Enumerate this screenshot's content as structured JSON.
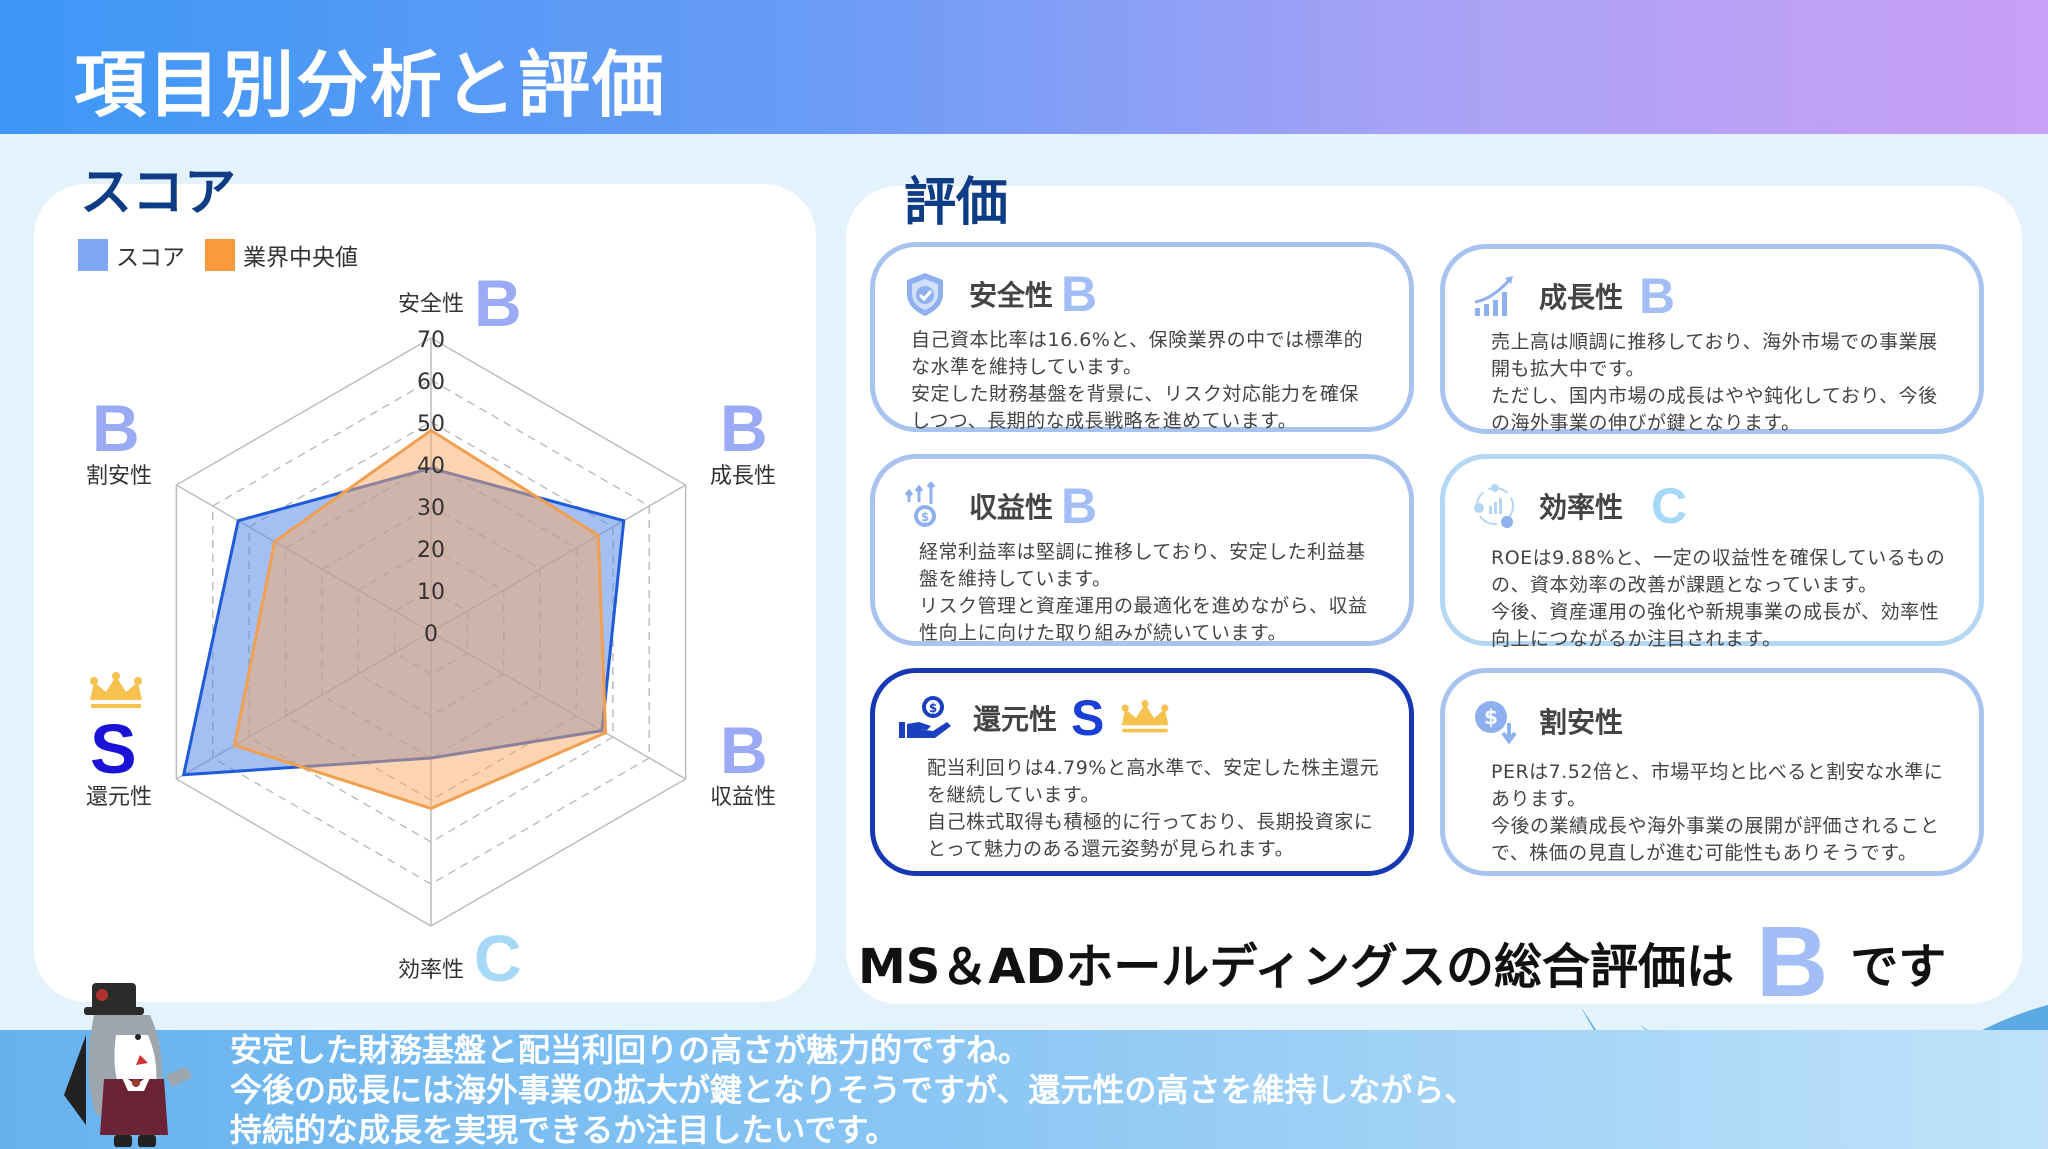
{
  "header": {
    "title": "項目別分析と評価"
  },
  "score_section": {
    "title": "スコア",
    "legend": [
      {
        "label": "スコア",
        "color": "#7fa6f2"
      },
      {
        "label": "業界中央値",
        "color": "#fb9a3c"
      }
    ]
  },
  "evaluation_section": {
    "title": "評価"
  },
  "axes": [
    {
      "label": "安全性",
      "grade": "B",
      "grade_color": "#9aaaf5"
    },
    {
      "label": "成長性",
      "grade": "B",
      "grade_color": "#9aaaf5"
    },
    {
      "label": "収益性",
      "grade": "B",
      "grade_color": "#9aaaf5"
    },
    {
      "label": "効率性",
      "grade": "C",
      "grade_color": "#a6d8f8"
    },
    {
      "label": "還元性",
      "grade": "S",
      "grade_color": "#1a12d6"
    },
    {
      "label": "割安性",
      "grade": "B",
      "grade_color": "#9aaaf5"
    }
  ],
  "chart_data": {
    "type": "radar",
    "title": "スコア",
    "categories": [
      "安全性",
      "成長性",
      "収益性",
      "効率性",
      "還元性",
      "割安性"
    ],
    "series": [
      {
        "name": "スコア",
        "values": [
          39,
          53,
          47,
          30,
          68,
          53
        ],
        "color": "#1f5bd8",
        "fill": "rgba(90,138,232,0.55)"
      },
      {
        "name": "業界中央値",
        "values": [
          48,
          46,
          48,
          42,
          54,
          43
        ],
        "color": "#f0a050",
        "fill": "rgba(250,170,100,0.5)"
      }
    ],
    "radial_ticks": [
      0,
      10,
      20,
      30,
      40,
      50,
      60,
      70
    ],
    "rlim": [
      0,
      70
    ],
    "grid": true,
    "legend_position": "top-left",
    "grades": {
      "安全性": "B",
      "成長性": "B",
      "収益性": "B",
      "効率性": "C",
      "還元性": "S",
      "割安性": "B"
    }
  },
  "cards": [
    {
      "name": "安全性",
      "grade": "B",
      "icon": "shield-check-icon",
      "lines": [
        "自己資本比率は16.6%と、保険業界の中では標準的",
        "な水準を維持しています。",
        "安定した財務基盤を背景に、リスク対応能力を確保",
        "しつつ、長期的な成長戦略を進めています。"
      ]
    },
    {
      "name": "成長性",
      "grade": "B",
      "icon": "growth-chart-icon",
      "lines": [
        "売上高は順調に推移しており、海外市場での事業展",
        "開も拡大中です。",
        "ただし、国内市場の成長はやや鈍化しており、今後",
        "の海外事業の伸びが鍵となります。"
      ]
    },
    {
      "name": "収益性",
      "grade": "B",
      "icon": "coin-arrows-up-icon",
      "lines": [
        "経常利益率は堅調に推移しており、安定した利益基",
        "盤を維持しています。",
        "リスク管理と資産運用の最適化を進めながら、収益",
        "性向上に向けた取り組みが続いています。"
      ]
    },
    {
      "name": "効率性",
      "grade": "C",
      "icon": "efficiency-cycle-icon",
      "lines": [
        "ROEは9.88%と、一定の収益性を確保しているもの",
        "の、資本効率の改善が課題となっています。",
        "今後、資産運用の強化や新規事業の成長が、効率性",
        "向上につながるか注目されます。"
      ]
    },
    {
      "name": "還元性",
      "grade": "S",
      "icon": "hand-coin-icon",
      "lines": [
        "配当利回りは4.79%と高水準で、安定した株主還元",
        "を継続しています。",
        "自己株式取得も積極的に行っており、長期投資家に",
        "とって魅力のある還元姿勢が見られます。"
      ]
    },
    {
      "name": "割安性",
      "grade": "",
      "icon": "dollar-down-icon",
      "lines": [
        "PERは7.52倍と、市場平均と比べると割安な水準に",
        "あります。",
        "今後の業績成長や海外事業の展開が評価されること",
        "で、株価の見直しが進む可能性もありそうです。"
      ]
    }
  ],
  "overall": {
    "prefix": "MS＆ADホールディングスの総合評価は",
    "grade": "B",
    "suffix": "です"
  },
  "footer": {
    "lines": [
      "安定した財務基盤と配当利回りの高さが魅力的ですね。",
      "今後の成長には海外事業の拡大が鍵となりそうですが、還元性の高さを維持しながら、",
      "持続的な成長を実現できるか注目したいです。"
    ]
  }
}
